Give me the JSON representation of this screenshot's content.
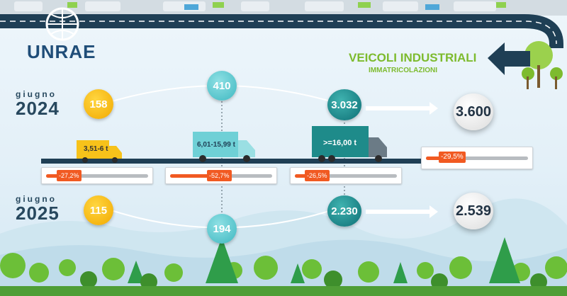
{
  "brand": {
    "logo_text": "UNRAE"
  },
  "header": {
    "title": "VEICOLI INDUSTRIALI",
    "subtitle": "IMMATRICOLAZIONI"
  },
  "years": [
    {
      "label": "giugno",
      "year": "2024"
    },
    {
      "label": "giugno",
      "year": "2025"
    }
  ],
  "segments": [
    {
      "name": "3,51-6 t",
      "value_2024": "158",
      "value_2025": "115",
      "change": "-27,2%",
      "change_pct": 27.2
    },
    {
      "name": "6,01-15,99 t",
      "value_2024": "410",
      "value_2025": "194",
      "change": "-52,7%",
      "change_pct": 52.7
    },
    {
      "name": ">=16,00 t",
      "value_2024": "3.032",
      "value_2025": "2.230",
      "change": "-26,5%",
      "change_pct": 26.5
    }
  ],
  "total": {
    "value_2024": "3.600",
    "value_2025": "2.539",
    "change": "-29,5%",
    "change_pct": 29.5
  },
  "colors": {
    "yellow": "#f2b705",
    "teal": "#5fc8cf",
    "dark_teal": "#137a80",
    "orange": "#f15a22",
    "road": "#1f3f55",
    "green": "#7dbb2e"
  }
}
